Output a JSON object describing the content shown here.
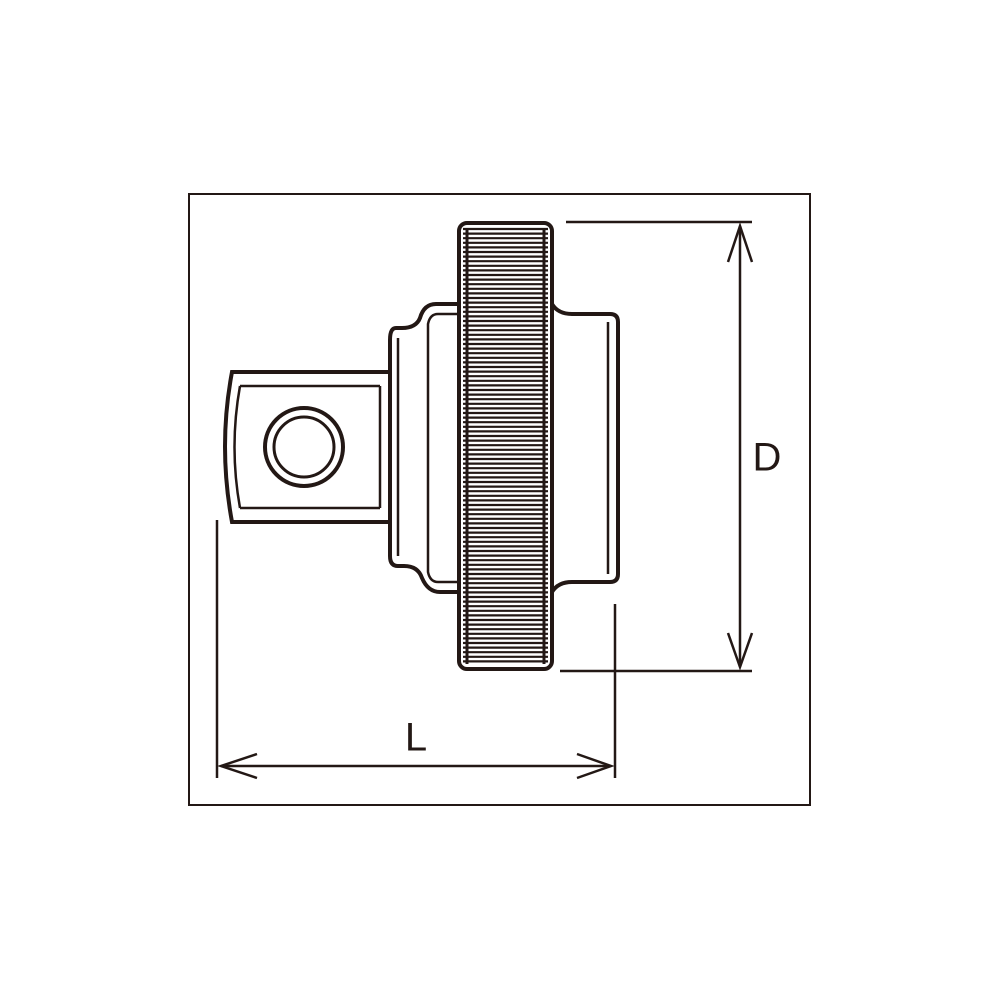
{
  "diagram": {
    "dimensions": [
      {
        "id": "length",
        "label": "L"
      },
      {
        "id": "diameter",
        "label": "D"
      }
    ],
    "colors": {
      "stroke": "#231815",
      "background": "#ffffff"
    }
  }
}
